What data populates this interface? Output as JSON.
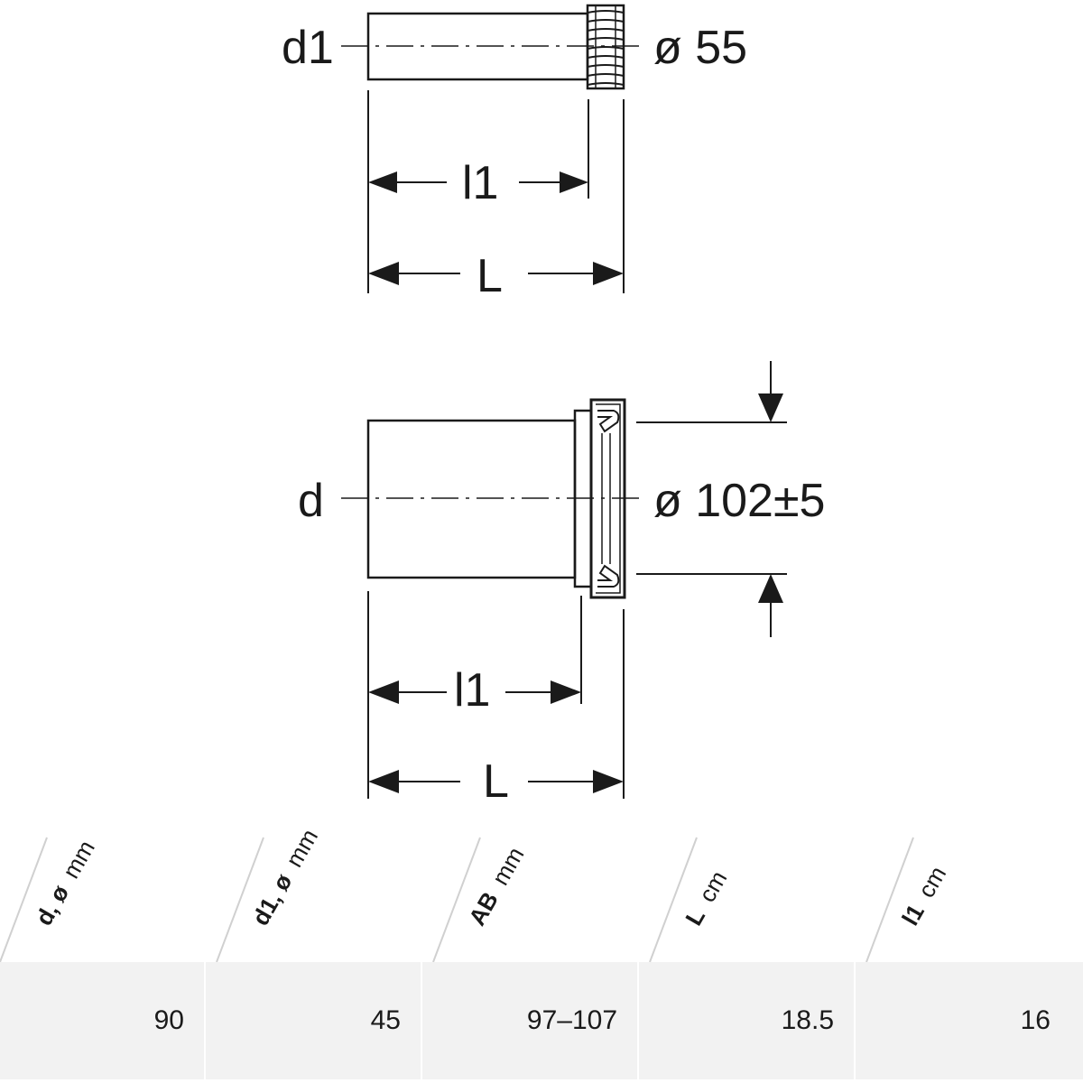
{
  "diagram": {
    "top": {
      "label_left": "d1",
      "label_right": "ø 55",
      "dim_inner": "l1",
      "dim_outer": "L"
    },
    "bottom": {
      "label_left": "d",
      "label_right": "ø 102±5",
      "dim_inner": "l1",
      "dim_outer": "L"
    }
  },
  "table": {
    "headers": [
      {
        "name": "d, ø",
        "unit": "mm"
      },
      {
        "name": "d1, ø",
        "unit": "mm"
      },
      {
        "name": "AB",
        "unit": "mm"
      },
      {
        "name": "L",
        "unit": "cm"
      },
      {
        "name": "l1",
        "unit": "cm"
      }
    ],
    "row": [
      "90",
      "45",
      "97–107",
      "18.5",
      "16"
    ]
  }
}
